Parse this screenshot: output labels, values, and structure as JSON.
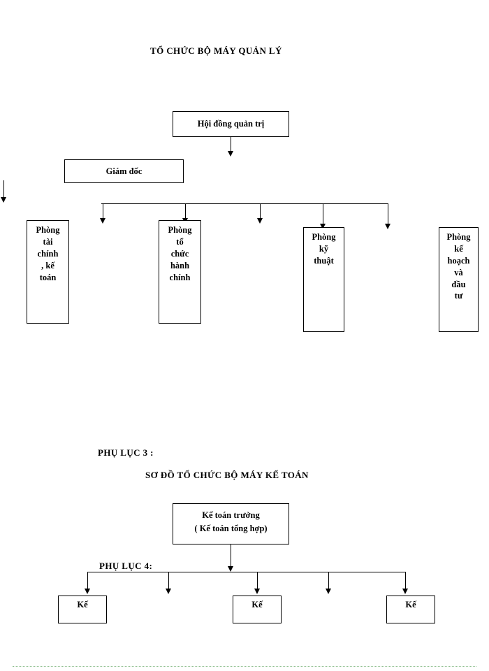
{
  "document": {
    "title_main": "TỔ CHỨC BỘ MÁY QUẢN LÝ",
    "appendix3_label": "PHỤ LỤC 3 :",
    "subtitle_accounting": "SƠ ĐỒ TỔ CHỨC BỘ MÁY KẾ TOÁN",
    "appendix4_label": "PHỤ LỤC 4:"
  },
  "org_chart": {
    "board": {
      "line1": "Hội đồng quản trị"
    },
    "director": {
      "line1": "Giám đốc"
    },
    "departments": [
      {
        "name": "finance",
        "lines": [
          "Phòng",
          "tài",
          "chính",
          ", kế",
          "toán"
        ]
      },
      {
        "name": "admin",
        "lines": [
          "Phòng",
          "tổ",
          "chức",
          "hành",
          "chính"
        ]
      },
      {
        "name": "tech",
        "lines": [
          "Phòng",
          "kỹ",
          "thuật"
        ]
      },
      {
        "name": "planning",
        "lines": [
          "Phòng",
          "kế",
          "hoạch",
          "và",
          "đầu",
          "tư"
        ]
      }
    ]
  },
  "accounting_chart": {
    "chief": {
      "line1": "Kế toán trưởng",
      "line2": "( Kế toán tổng hợp)"
    },
    "sub_boxes": [
      {
        "name": "acct-1",
        "line1": "Kế"
      },
      {
        "name": "acct-2",
        "line1": "Kế"
      },
      {
        "name": "acct-3",
        "line1": "Kế"
      }
    ]
  },
  "colors": {
    "ink": "#000000",
    "paper": "#ffffff",
    "rule": "#8fbf8f"
  }
}
